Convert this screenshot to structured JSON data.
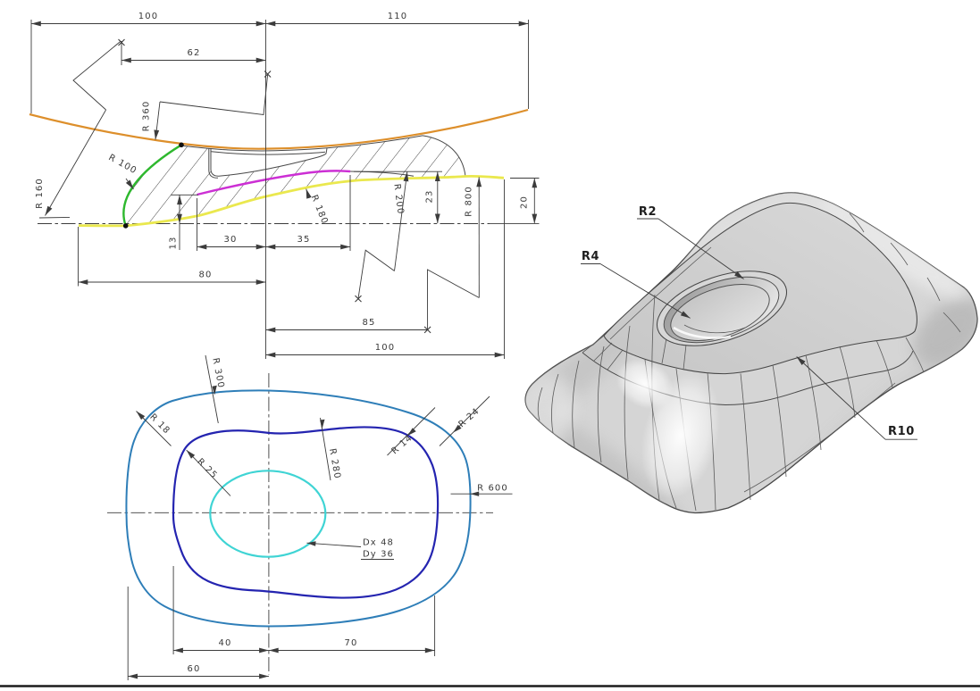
{
  "section": {
    "dims": {
      "total_left": "100",
      "total_right": "110",
      "center_offset": "62",
      "rise_13": "13",
      "span_30": "30",
      "span_35": "35",
      "span_80": "80",
      "span_85": "85",
      "span_100": "100",
      "height_23": "23",
      "height_20": "20"
    },
    "radii": {
      "r360": "R 360",
      "r160": "R 160",
      "r100": "R 100",
      "r180": "R 180",
      "r200": "R 200",
      "r800": "R 800"
    }
  },
  "plan": {
    "radii": {
      "r300": "R 300",
      "r18": "R 18",
      "r25": "R 25",
      "r280": "R 280",
      "r14": "R 14",
      "r24": "R 24",
      "r600": "R 600"
    },
    "pocket": {
      "dx": "Dx  48",
      "dy": "Dy  36"
    },
    "dims": {
      "span_40": "40",
      "span_70": "70",
      "span_60": "60"
    }
  },
  "iso": {
    "radii": {
      "r2": "R2",
      "r4": "R4",
      "r10": "R10"
    }
  },
  "colors": {
    "top_curve_orange": "#dd8f2b",
    "left_arc_green": "#2eb82e",
    "mid_curve_magenta": "#cc2fd4",
    "bottom_curve_yellow": "#eae84e",
    "outer_curve_blue": "#2e7eb8",
    "inner_curve_navy": "#2424b0",
    "pocket_curve_cyan": "#3fd4d4",
    "line_color": "#3c3c3c",
    "background": "#ffffff"
  }
}
